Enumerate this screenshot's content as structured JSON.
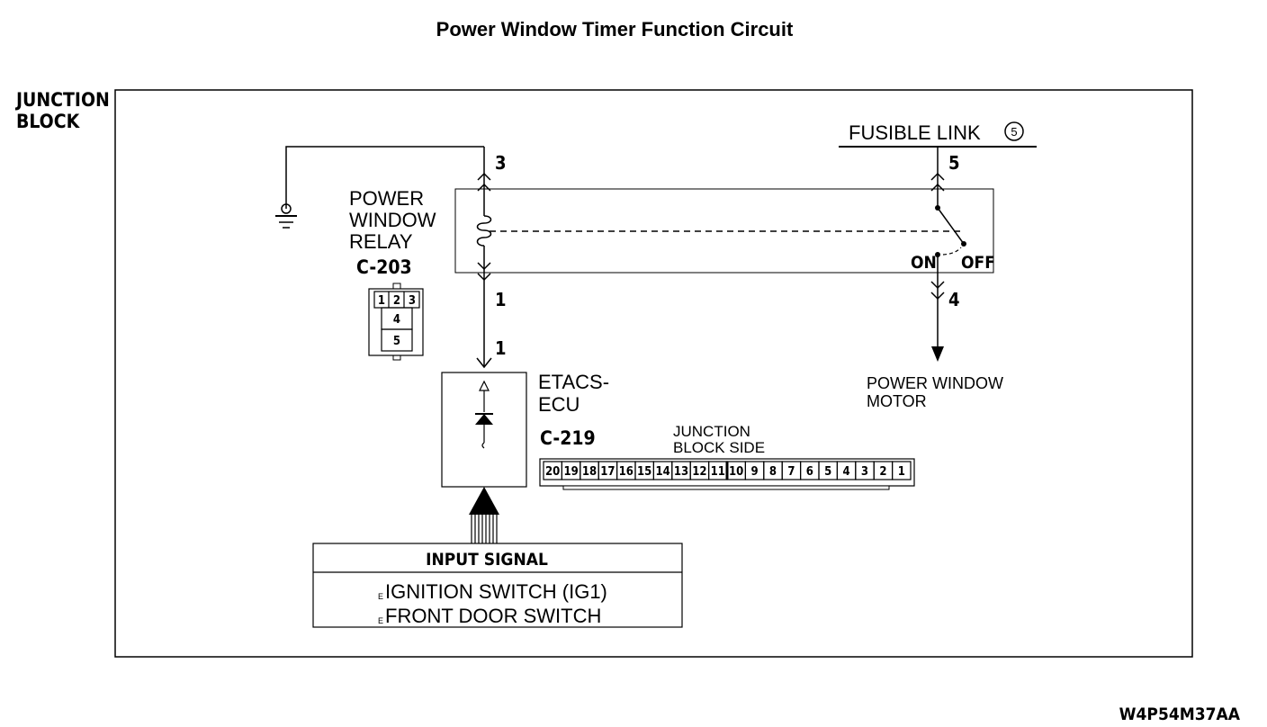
{
  "title": "Power Window Timer Function Circuit",
  "junction_block_label": [
    "JUNCTION",
    "BLOCK"
  ],
  "fusible_link": {
    "label": "FUSIBLE LINK",
    "number": "5"
  },
  "relay": {
    "label": [
      "POWER",
      "WINDOW",
      "RELAY"
    ],
    "connector": "C-203",
    "connector_pins": [
      "1",
      "2",
      "3",
      "4",
      "5"
    ],
    "switch_on": "ON",
    "switch_off": "OFF"
  },
  "pins": {
    "relay_ground_side": "3",
    "relay_fuse_side": "5",
    "relay_etacs_side": "1",
    "etacs_relay_side": "1",
    "relay_motor_side": "4"
  },
  "etacs": {
    "label": [
      "ETACS-",
      "ECU"
    ],
    "connector": "C-219"
  },
  "junction_block_side": {
    "label": [
      "JUNCTION",
      "BLOCK SIDE"
    ],
    "pins": [
      "20",
      "19",
      "18",
      "17",
      "16",
      "15",
      "14",
      "13",
      "12",
      "11",
      "10",
      "9",
      "8",
      "7",
      "6",
      "5",
      "4",
      "3",
      "2",
      "1"
    ]
  },
  "motor": {
    "label": [
      "POWER WINDOW",
      "MOTOR"
    ]
  },
  "input_signal": {
    "header": "INPUT SIGNAL",
    "items": [
      "IGNITION SWITCH (IG1)",
      "FRONT DOOR SWITCH"
    ],
    "bullet": "E"
  },
  "figure_id": "W4P54M37AA"
}
